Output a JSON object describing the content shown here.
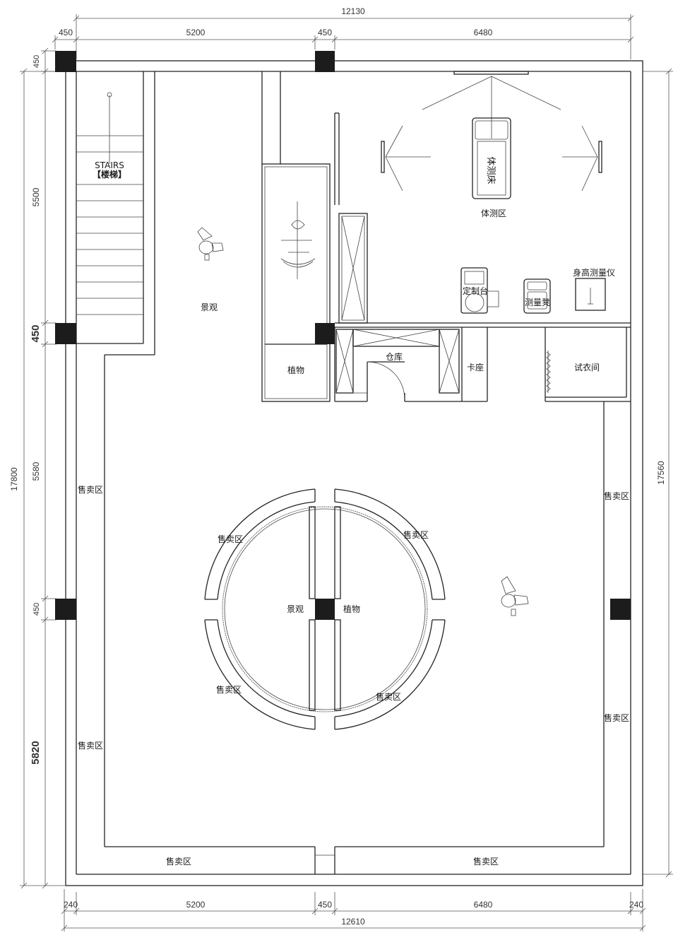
{
  "dimensions": {
    "top_total": "12130",
    "top_segments": [
      "450",
      "5200",
      "450",
      "6480"
    ],
    "bottom_total": "12610",
    "bottom_segments": [
      "240",
      "5200",
      "450",
      "6480",
      "240"
    ],
    "left_total": "17800",
    "left_segments": [
      "450",
      "5500",
      "450",
      "5580",
      "450",
      "5820"
    ],
    "right_total": "17560"
  },
  "labels": {
    "stairs_en": "STAIRS",
    "stairs_cn": "【楼梯】",
    "landscape": "景观",
    "plant": "植物",
    "warehouse": "仓库",
    "booth": "卡座",
    "fitting_room": "试衣间",
    "body_test_bed": "体测床",
    "body_test_area": "体测区",
    "height_meter": "身高测量仪",
    "custom_desk": "定制台",
    "measure_stool": "测量凳",
    "sales_area": "售卖区"
  },
  "colors": {
    "line": "#222222",
    "column": "#1c1c1c",
    "background": "#ffffff"
  }
}
